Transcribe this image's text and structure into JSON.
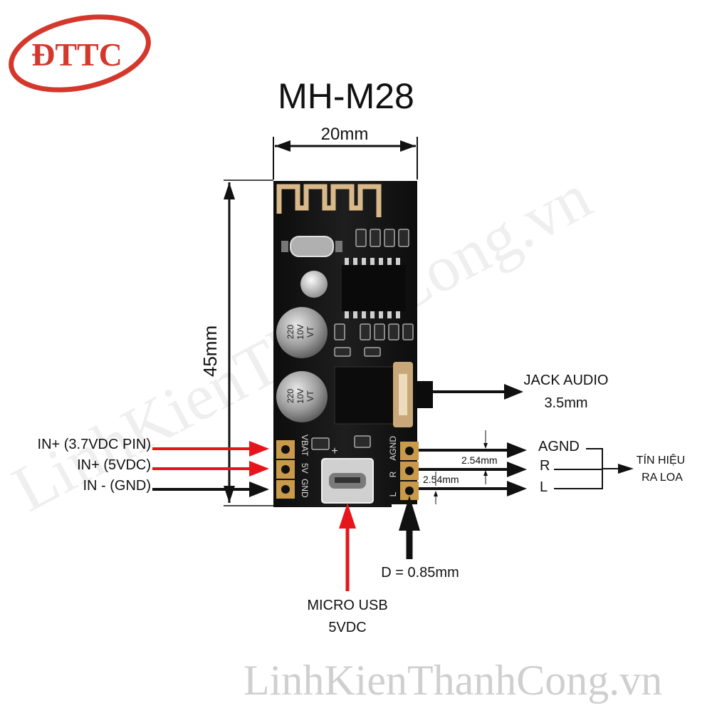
{
  "logo": {
    "text": "ĐTTC",
    "color": "#d4382c"
  },
  "title": "MH-M28",
  "dimensions": {
    "width": "20mm",
    "height": "45mm"
  },
  "labels": {
    "jack_audio_line1": "JACK AUDIO",
    "jack_audio_line2": "3.5mm",
    "in_bat": "IN+ (3.7VDC PIN)",
    "in_5v": "IN+ (5VDC)",
    "in_gnd": "IN - (GND)",
    "agnd": "AGND",
    "r": "R",
    "l": "L",
    "signal_line1": "TÍN HIỆU",
    "signal_line2": "RA LOA",
    "pitch_top": "2.54mm",
    "pitch_bottom": "2.54mm",
    "pin_diameter": "D = 0.85mm",
    "usb_line1": "MICRO USB",
    "usb_line2": "5VDC"
  },
  "board_silk": {
    "vbat": "VBAT",
    "v5": "5V",
    "gnd": "GND",
    "agnd": "AGND",
    "r": "R",
    "l": "L",
    "cap_top": [
      "220",
      "10V",
      "VT"
    ],
    "cap_bottom": [
      "220",
      "10V",
      "VT"
    ],
    "plus": "+"
  },
  "watermark": "LinhKienThanhCong.vn",
  "colors": {
    "red_arrow": "#e8141c",
    "black": "#111111",
    "board": "#161616",
    "antenna": "#d9b98a"
  }
}
